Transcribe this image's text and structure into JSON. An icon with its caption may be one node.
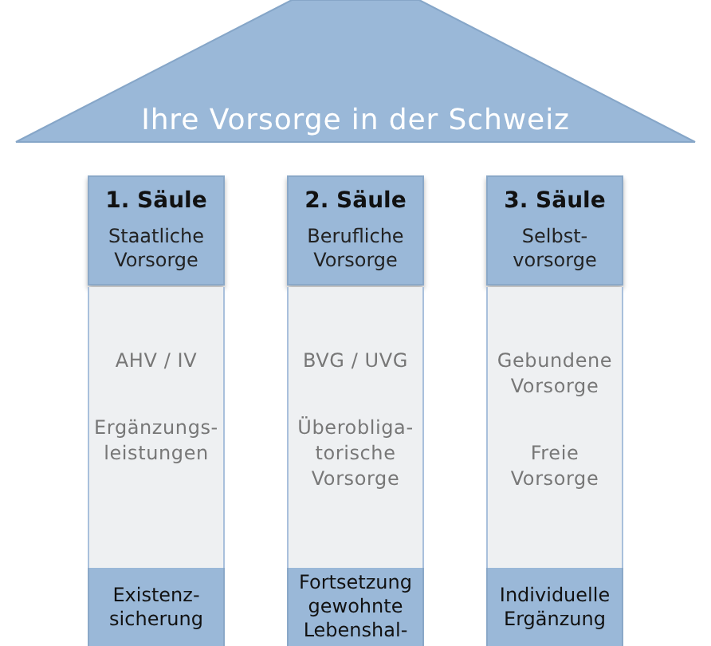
{
  "diagram": {
    "nodes": [
      {
        "text": [
          "Ihre Vorsorge in der Schweiz"
        ]
      },
      {
        "text": [
          "1. Säule",
          "Staatliche Vorsorge"
        ]
      },
      {
        "text": [
          "AHV / IV",
          "Ergänzungs- leistungen"
        ]
      },
      {
        "text": [
          "Existenz- sicherung"
        ]
      },
      {
        "text": [
          "2. Säule",
          "Berufliche Vorsorge"
        ]
      },
      {
        "text": [
          "BVG / UVG",
          "Überobliga- torische Vorsorge"
        ]
      },
      {
        "text": [
          "Fortsetzung gewohnte Lebenshal-"
        ]
      },
      {
        "text": [
          "3. Säule",
          "Selbst- vorsorge"
        ]
      },
      {
        "text": [
          "Gebundene Vorsorge",
          "Freie Vorsorge"
        ]
      },
      {
        "text": [
          "Individuelle Ergänzung"
        ]
      }
    ],
    "edges": []
  }
}
